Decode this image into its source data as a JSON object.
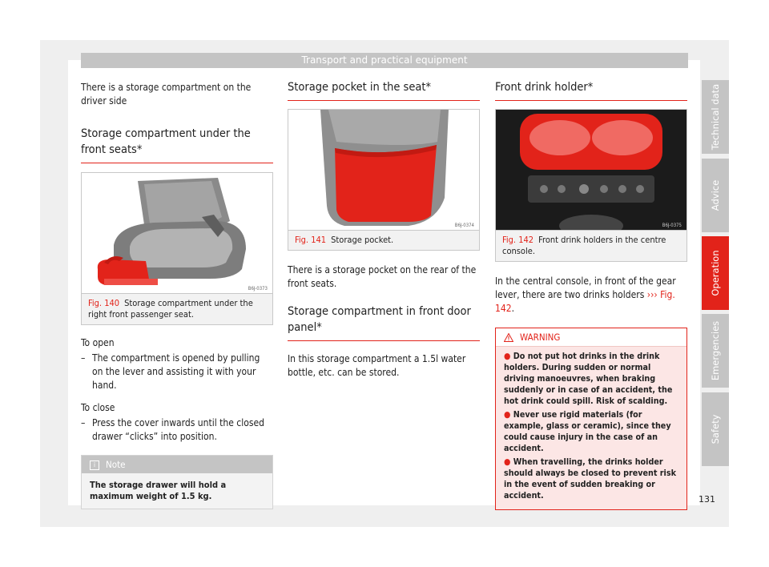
{
  "header": {
    "title": "Transport and practical equipment"
  },
  "col1": {
    "intro": "There is a storage compartment on the driver side",
    "heading": "Storage compartment under the front seats*",
    "figure": {
      "code": "B6J-0373",
      "number": "Fig. 140",
      "caption": "Storage compartment under the right front passenger seat."
    },
    "open_title": "To open",
    "open_step": "The compartment is opened by pulling on the lever and assisting it with your hand.",
    "close_title": "To close",
    "close_step": "Press the cover inwards until the closed drawer “clicks” into position.",
    "dash": "–",
    "note": {
      "title": "Note",
      "text": "The storage drawer will hold a maximum weight of 1.5 kg."
    }
  },
  "col2": {
    "heading": "Storage pocket in the seat*",
    "figure": {
      "code": "B6J-0374",
      "number": "Fig. 141",
      "caption": "Storage pocket."
    },
    "text1": "There is a storage pocket on the rear of the front seats.",
    "heading2": "Storage compartment in front door panel*",
    "text2": "In this storage compartment a 1.5l water bottle, etc. can be stored."
  },
  "col3": {
    "heading": "Front drink holder*",
    "figure": {
      "code": "B6J-0375",
      "number": "Fig. 142",
      "caption": "Front drink holders in the centre console."
    },
    "text_before": "In the central console, in front of the gear lever, there are two drinks holders",
    "ref_arrow": "›››",
    "ref_fig": "Fig. 142",
    "text_after": ".",
    "warning": {
      "title": "WARNING",
      "bullet": "●",
      "items": [
        "Do not put hot drinks in the drink holders. During sudden or normal driving manoeuvres, when braking suddenly or in case of an accident, the hot drink could spill. Risk of scalding.",
        "Never use rigid materials (for example, glass or ceramic), since they could cause injury in the case of an accident.",
        "When travelling, the drinks holder should always be closed to prevent risk in the event of sudden breaking or accident."
      ]
    }
  },
  "tabs": [
    {
      "label": "Technical data"
    },
    {
      "label": "Advice"
    },
    {
      "label": "Operation"
    },
    {
      "label": "Emergencies"
    },
    {
      "label": "Safety"
    }
  ],
  "page_number": "131",
  "colors": {
    "accent": "#e2231a",
    "tab_gray": "#c4c4c4"
  }
}
